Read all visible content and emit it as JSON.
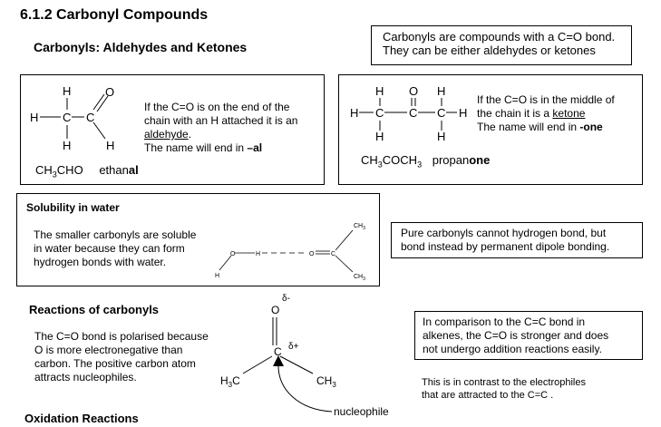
{
  "title": "6.1.2 Carbonyl Compounds",
  "subtitle": "Carbonyls: Aldehydes and Ketones",
  "definition": {
    "line1": "Carbonyls are compounds  with a C=O bond.",
    "line2": "They can be either aldehydes or ketones"
  },
  "aldehyde": {
    "line1": "If the C=O is on the end of the",
    "line2": "chain with an H attached it is an",
    "term": "aldehyde",
    "term_suffix": ".",
    "line4_prefix": "The name will end in ",
    "line4_bold": "–al",
    "formula": {
      "a": "CH",
      "b": "3",
      "c": "CHO"
    },
    "name_plain": "ethan",
    "name_bold": "al",
    "atoms": {
      "h": "H",
      "c": "C",
      "o": "O"
    }
  },
  "ketone": {
    "line1": "If the C=O is in the middle of",
    "line2_prefix": "the chain it is a ",
    "term": "ketone",
    "line3_prefix": "The name will end in  ",
    "line3_bold": "-one",
    "formula": {
      "a": "CH",
      "b": "3",
      "c": "COCH",
      "d": "3"
    },
    "name_plain": "propan",
    "name_bold": "one",
    "atoms": {
      "h": "H",
      "c": "C",
      "o": "O"
    }
  },
  "solubility": {
    "heading": "Solubility in water",
    "line1": "The smaller carbonyls are soluble",
    "line2": "in water because they can form",
    "line3": "hydrogen bonds with water.",
    "diagram": {
      "o": "O",
      "h": "H",
      "ch": "CH",
      "sub3": "3",
      "c": "C"
    }
  },
  "dipole": {
    "line1": "Pure carbonyls cannot hydrogen bond, but",
    "line2": "bond instead by permanent dipole bonding."
  },
  "reactions": {
    "heading": "Reactions of carbonyls",
    "line1": "The C=O bond is polarised because",
    "line2": "O is more electronegative than",
    "line3": "carbon. The positive carbon atom",
    "line4": "attracts nucleophiles.",
    "diagram": {
      "o": "O",
      "c": "C",
      "delta_minus": "δ-",
      "delta_plus": "δ+",
      "h3c_a": "H",
      "h3c_b": "3",
      "h3c_c": "C",
      "ch3_a": "CH",
      "ch3_b": "3",
      "nucleophile": "nucleophile"
    }
  },
  "comparison": {
    "line1": "In comparison to the C=C bond in",
    "line2": "alkenes, the C=O is stronger and does",
    "line3": "not undergo addition reactions easily."
  },
  "contrast": {
    "line1": "This is in contrast to the electrophiles",
    "line2": "that are attracted to the C=C ."
  },
  "oxidation_heading": "Oxidation Reactions"
}
